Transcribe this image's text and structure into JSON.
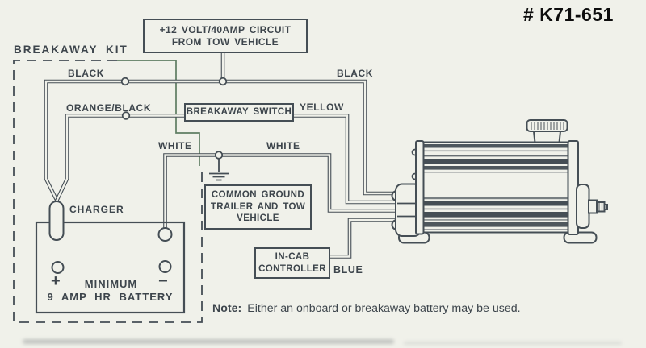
{
  "part_number": "# K71-651",
  "diagram": {
    "kit_label": "BREAKAWAY KIT",
    "boxes": {
      "tow_circuit": {
        "line1": "+12 VOLT/40AMP CIRCUIT",
        "line2": "FROM TOW VEHICLE"
      },
      "breakaway_switch": "BREAKAWAY SWITCH",
      "common_ground": {
        "line1": "COMMON GROUND",
        "line2": "TRAILER AND TOW",
        "line3": "VEHICLE"
      },
      "in_cab": {
        "line1": "IN-CAB",
        "line2": "CONTROLLER"
      }
    },
    "wire_labels": {
      "black_left": "BLACK",
      "black_right": "BLACK",
      "orange_black": "ORANGE/BLACK",
      "yellow": "YELLOW",
      "white_left": "WHITE",
      "white_right": "WHITE",
      "blue": "BLUE"
    },
    "battery": {
      "charger": "CHARGER",
      "plus": "+",
      "minus": "−",
      "line1": "MINIMUM",
      "line2": "9 AMP HR BATTERY"
    },
    "note": {
      "label": "Note:",
      "text": "Either an onboard or breakaway battery may be used."
    },
    "colors": {
      "ink": "#454e55",
      "text": "#3d454c",
      "green_wire": "#5f7d63",
      "background": "#f0f1ea",
      "header": "#0d0d0d"
    }
  }
}
